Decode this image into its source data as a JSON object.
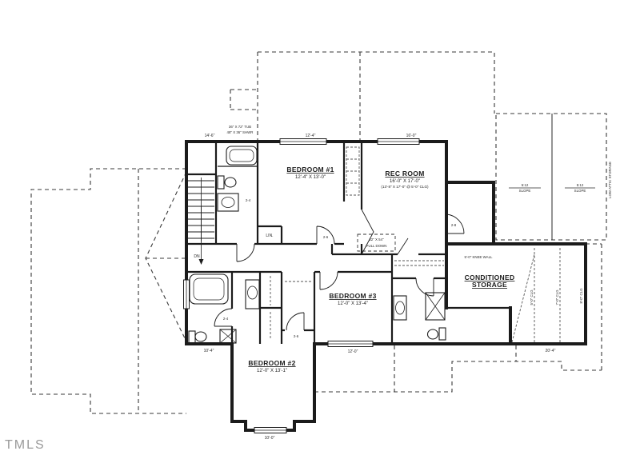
{
  "watermark": "TMLS",
  "colors": {
    "line": "#1d1d1d",
    "wall": "#1b1b1b",
    "roof_dash": "#3a3a3a",
    "watermark": "#9a9a9a",
    "background": "#ffffff"
  },
  "rooms": {
    "bedroom1": {
      "name": "BEDROOM #1",
      "dims": "12'-4\" X 13'-0\""
    },
    "rec_room": {
      "name": "REC ROOM",
      "dims": "16'-0\" X 17'-0\"",
      "note": "(13'-8\" X 17'-0\" @ 5'-0\" CLG)"
    },
    "bedroom3": {
      "name": "BEDROOM #3",
      "dims": "12'-0\" X 13'-4\""
    },
    "bedroom2": {
      "name": "BEDROOM #2",
      "dims": "12'-0\" X 13'-1\""
    },
    "storage": {
      "line1": "CONDITIONED",
      "line2": "STORAGE"
    },
    "linen": {
      "name": "LIN."
    }
  },
  "annotations": {
    "attic_access_line1": "22\" X 54\"",
    "attic_access_line2": "PULL DOWN",
    "roof_left_line1": "5:12",
    "roof_left_line2": "SLOPE",
    "roof_right_line1": "5:12",
    "roof_right_line2": "SLOPE",
    "attic_side": "LOW ATTIC STORAGE",
    "knee_wall": "5'-0\" KNEE WALL",
    "stairs_dn": "DN"
  },
  "dims": [
    "14'-6\"",
    "12'-4\"",
    "16'-0\"",
    "36\" X 72\" TUB",
    "48\" X 36\" SHWR",
    "10'-4\"",
    "12'-0\"",
    "20'-4\"",
    "10'-0\"",
    "2-4",
    "2-6",
    "2-4",
    "2-6",
    "2-8",
    "5'-0\" CLG",
    "7'-0\" CLG",
    "8'-0\" CLG"
  ]
}
